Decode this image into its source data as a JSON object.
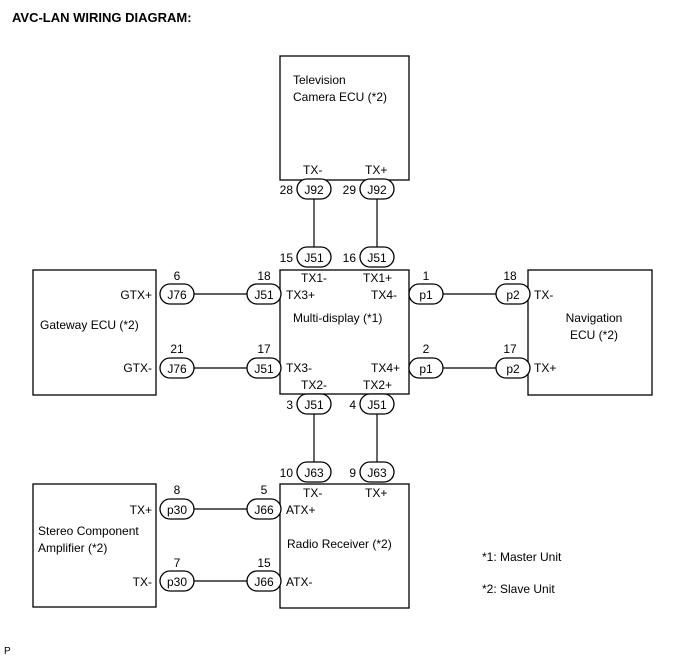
{
  "title": "AVC-LAN WIRING DIAGRAM:",
  "figure_code": "P",
  "units": {
    "tv": {
      "line1": "Television",
      "line2": "Camera ECU (*2)"
    },
    "md": {
      "label": "Multi-display (*1)"
    },
    "gw": {
      "label": "Gateway ECU (*2)"
    },
    "nav": {
      "line1": "Navigation",
      "line2": "ECU (*2)"
    },
    "radio": {
      "label": "Radio Receiver (*2)"
    },
    "amp": {
      "line1": "Stereo Component",
      "line2": "Amplifier (*2)"
    }
  },
  "terminals": {
    "tv_tx_minus": "TX-",
    "tv_tx_plus": "TX+",
    "md_tx1_minus": "TX1-",
    "md_tx1_plus": "TX1+",
    "md_tx3_plus": "TX3+",
    "md_tx4_minus": "TX4-",
    "md_tx3_minus": "TX3-",
    "md_tx4_plus": "TX4+",
    "md_tx2_minus": "TX2-",
    "md_tx2_plus": "TX2+",
    "gw_gtx_plus": "GTX+",
    "gw_gtx_minus": "GTX-",
    "nav_tx_minus": "TX-",
    "nav_tx_plus": "TX+",
    "radio_tx_minus": "TX-",
    "radio_tx_plus": "TX+",
    "radio_atx_plus": "ATX+",
    "radio_atx_minus": "ATX-",
    "amp_tx_plus": "TX+",
    "amp_tx_minus": "TX-"
  },
  "connectors": {
    "j92_a": {
      "name": "J92",
      "pin": "28"
    },
    "j92_b": {
      "name": "J92",
      "pin": "29"
    },
    "j51_top_a": {
      "name": "J51",
      "pin": "15"
    },
    "j51_top_b": {
      "name": "J51",
      "pin": "16"
    },
    "j76_a": {
      "name": "J76",
      "pin": "6"
    },
    "j51_left_a": {
      "name": "J51",
      "pin": "18"
    },
    "j76_b": {
      "name": "J76",
      "pin": "21"
    },
    "j51_left_b": {
      "name": "J51",
      "pin": "17"
    },
    "p1_a": {
      "name": "p1",
      "pin": "1"
    },
    "p2_a": {
      "name": "p2",
      "pin": "18"
    },
    "p1_b": {
      "name": "p1",
      "pin": "2"
    },
    "p2_b": {
      "name": "p2",
      "pin": "17"
    },
    "j51_bot_a": {
      "name": "J51",
      "pin": "3"
    },
    "j51_bot_b": {
      "name": "J51",
      "pin": "4"
    },
    "j63_a": {
      "name": "J63",
      "pin": "10"
    },
    "j63_b": {
      "name": "J63",
      "pin": "9"
    },
    "p30_a": {
      "name": "p30",
      "pin": "8"
    },
    "j66_a": {
      "name": "J66",
      "pin": "5"
    },
    "p30_b": {
      "name": "p30",
      "pin": "7"
    },
    "j66_b": {
      "name": "J66",
      "pin": "15"
    }
  },
  "notes": {
    "master": "*1: Master Unit",
    "slave": "*2: Slave Unit"
  }
}
